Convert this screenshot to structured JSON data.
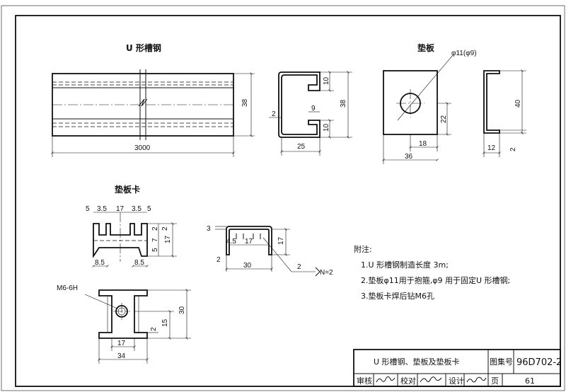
{
  "header_scan_text": "",
  "views": {
    "u_channel": {
      "title": "U 形槽钢",
      "dims": {
        "length": "3000",
        "height": "38"
      }
    },
    "u_section": {
      "dims": {
        "lip_top": "10",
        "height": "38",
        "thickness": "2",
        "gap": "9",
        "lip_bottom": "10",
        "width": "25"
      }
    },
    "pad": {
      "title": "垫板",
      "dims": {
        "hole": "φ11(φ9)",
        "hole_y": "22",
        "hole_x": "18",
        "width": "36",
        "side_height": "40",
        "side_width": "12",
        "side_thick": "2"
      }
    },
    "clip": {
      "title": "垫板卡",
      "dims": {
        "t1": "5",
        "t2": "3.5",
        "t3": "17",
        "t4": "3.5",
        "t5": "5",
        "r1": "2",
        "r2": "7",
        "r3": "5",
        "r4": "2",
        "total_h": "17",
        "b1": "8.5",
        "b2": "8.5"
      }
    },
    "clip_section": {
      "dims": {
        "top": "3",
        "w1": "4.5",
        "w2": "17",
        "height": "17",
        "bottom": "2",
        "width": "30",
        "weld": "2",
        "weld_n": "N=2"
      }
    },
    "clip_front": {
      "dims": {
        "thread": "M6-6H",
        "height": "30",
        "h2": "15",
        "h3": "2",
        "w1": "17",
        "w2": "34"
      }
    }
  },
  "notes": {
    "heading": "附注:",
    "items": [
      "1.U 形槽钢制造长度 3m;",
      "2.垫板φ11用于抱箍,φ9 用于固定U 形槽钢;",
      "3.垫板卡焊后钻M6孔"
    ]
  },
  "title_block": {
    "drawing_title": "U 形槽钢、垫板及垫板卡",
    "atlas_label": "图集号",
    "atlas_no": "96D702-2",
    "review_label": "审核",
    "check_label": "校对",
    "design_label": "设计",
    "page_label": "页",
    "page_no": "61"
  }
}
